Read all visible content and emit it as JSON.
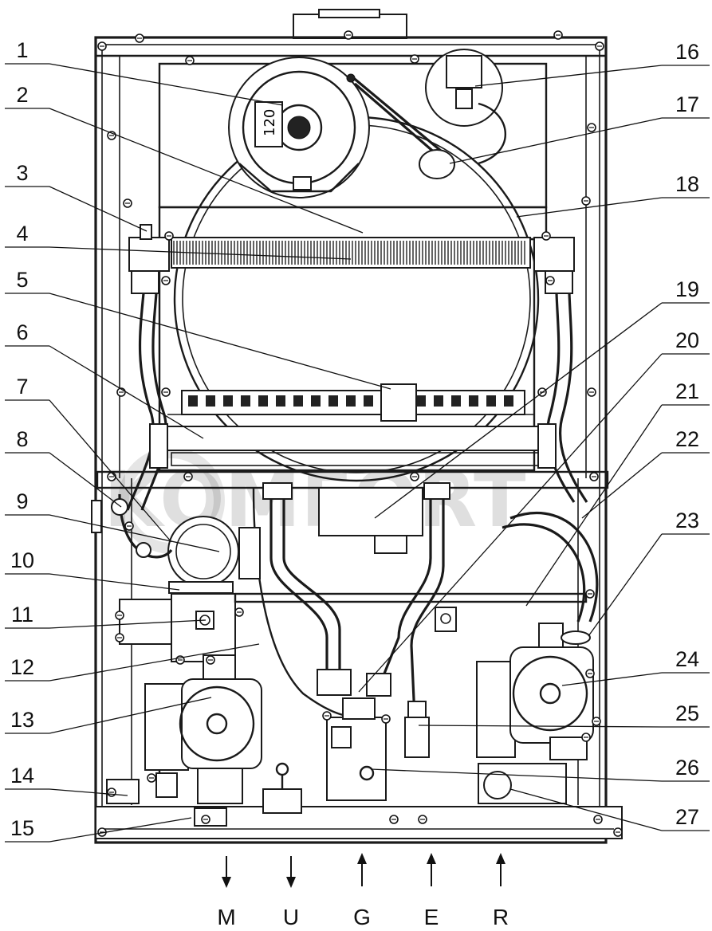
{
  "watermark": "KOMFORT",
  "callouts": [
    {
      "id": "1",
      "label": "1"
    },
    {
      "id": "2",
      "label": "2"
    },
    {
      "id": "3",
      "label": "3"
    },
    {
      "id": "4",
      "label": "4"
    },
    {
      "id": "5",
      "label": "5"
    },
    {
      "id": "6",
      "label": "6"
    },
    {
      "id": "7",
      "label": "7"
    },
    {
      "id": "8",
      "label": "8"
    },
    {
      "id": "9",
      "label": "9"
    },
    {
      "id": "10",
      "label": "10"
    },
    {
      "id": "11",
      "label": "11"
    },
    {
      "id": "12",
      "label": "12"
    },
    {
      "id": "13",
      "label": "13"
    },
    {
      "id": "14",
      "label": "14"
    },
    {
      "id": "15",
      "label": "15"
    },
    {
      "id": "16",
      "label": "16"
    },
    {
      "id": "17",
      "label": "17"
    },
    {
      "id": "18",
      "label": "18"
    },
    {
      "id": "19",
      "label": "19"
    },
    {
      "id": "20",
      "label": "20"
    },
    {
      "id": "21",
      "label": "21"
    },
    {
      "id": "22",
      "label": "22"
    },
    {
      "id": "23",
      "label": "23"
    },
    {
      "id": "24",
      "label": "24"
    },
    {
      "id": "25",
      "label": "25"
    },
    {
      "id": "26",
      "label": "26"
    },
    {
      "id": "27",
      "label": "27"
    }
  ],
  "ports": [
    {
      "id": "M",
      "label": "M",
      "direction": "down"
    },
    {
      "id": "U",
      "label": "U",
      "direction": "down"
    },
    {
      "id": "G",
      "label": "G",
      "direction": "up"
    },
    {
      "id": "E",
      "label": "E",
      "direction": "up"
    },
    {
      "id": "R",
      "label": "R",
      "direction": "up"
    }
  ],
  "fan_plate_text": "120"
}
